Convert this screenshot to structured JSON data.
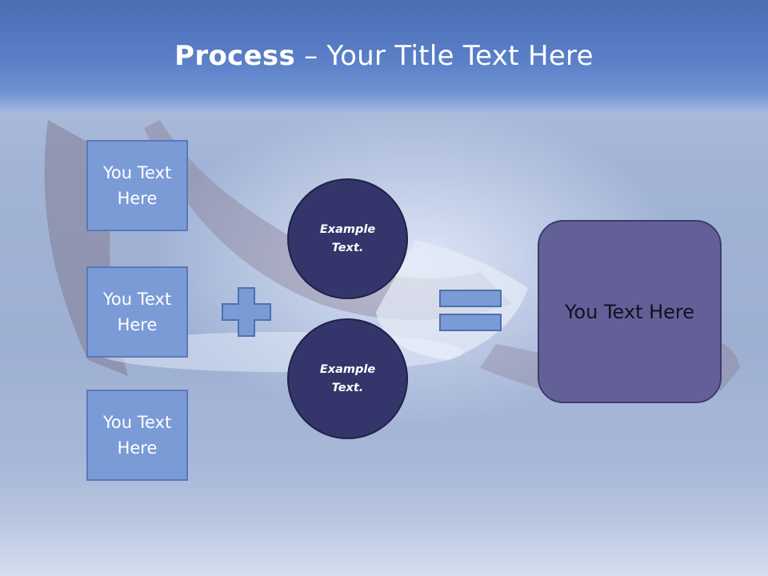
{
  "slide": {
    "title_bold": "Process",
    "title_rest": " – Your Title Text Here"
  },
  "inputs": [
    {
      "label": "You Text Here"
    },
    {
      "label": "You Text Here"
    },
    {
      "label": "You Text Here"
    }
  ],
  "circles": [
    {
      "label": "Example Text."
    },
    {
      "label": "Example Text."
    }
  ],
  "result": {
    "label": "You Text Here"
  },
  "icons": {
    "plus": "plus-icon",
    "equals": "equals-icon"
  },
  "colors": {
    "title_band": "#5b80c8",
    "input_box": "#7b9bd6",
    "circle": "#34366b",
    "result_box": "#626096"
  }
}
